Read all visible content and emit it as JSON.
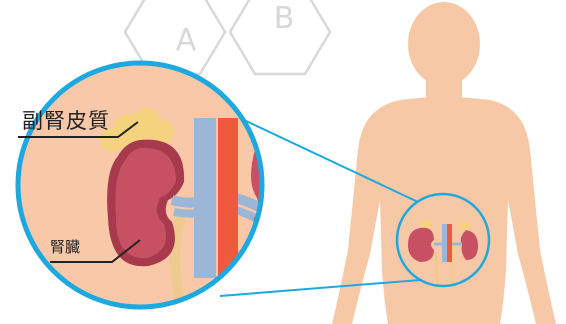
{
  "watermark": {
    "letters": [
      "A",
      "B"
    ]
  },
  "labels": {
    "adrenal_cortex": "副腎皮質",
    "kidney": "腎臓"
  },
  "colors": {
    "skin": "#f7c8a6",
    "zoom_background": "#f8c8a8",
    "callout_ring": "#1ea8e0",
    "kidney_body": "#c75163",
    "kidney_dark": "#a73a4c",
    "adrenal_gland": "#f4d27e",
    "vein": "#9bb6d6",
    "artery": "#ef5a3c",
    "ureter": "#eccb8d",
    "watermark": "#d8d8d8"
  }
}
